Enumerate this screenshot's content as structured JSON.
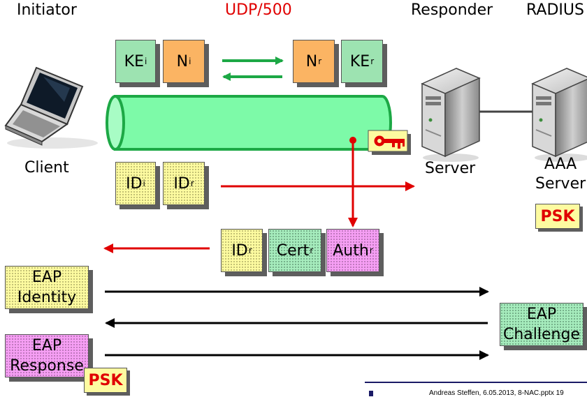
{
  "headers": {
    "initiator": "Initiator",
    "udp": "UDP/500",
    "responder": "Responder",
    "radius": "RADIUS"
  },
  "labels": {
    "client": "Client",
    "server": "Server",
    "aaa_line1": "AAA",
    "aaa_line2": "Server"
  },
  "boxes": {
    "ke_i": {
      "main": "KE",
      "sub": "i"
    },
    "n_i": {
      "main": "N",
      "sub": "i"
    },
    "n_r": {
      "main": "N",
      "sub": "r"
    },
    "ke_r": {
      "main": "KE",
      "sub": "r"
    },
    "id_i": {
      "main": "ID",
      "sub": "i"
    },
    "id_r": {
      "main": "ID",
      "sub": "r"
    },
    "id_r2": {
      "main": "ID",
      "sub": "r"
    },
    "cert_r": {
      "main": "Cert",
      "sub": "r"
    },
    "auth_r": {
      "main": "Auth",
      "sub": "r"
    }
  },
  "eap": {
    "identity_1": "EAP",
    "identity_2": "Identity",
    "challenge_1": "EAP",
    "challenge_2": "Challenge",
    "response_1": "EAP",
    "response_2": "Response"
  },
  "psk": {
    "aaa": "PSK",
    "client": "PSK"
  },
  "footer": "Andreas Steffen, 6.05.2013, 8-NAC.pptx 19",
  "colors": {
    "tunnel": "#7dfaa8",
    "tunnel_stroke": "#1ca845",
    "green_arrow": "#1ca845",
    "red_arrow": "#e00000",
    "black_arrow": "#000000",
    "psk_text": "#e00000"
  },
  "icons": [
    "laptop-icon",
    "server-icon",
    "aaa-server-icon",
    "key-icon"
  ]
}
